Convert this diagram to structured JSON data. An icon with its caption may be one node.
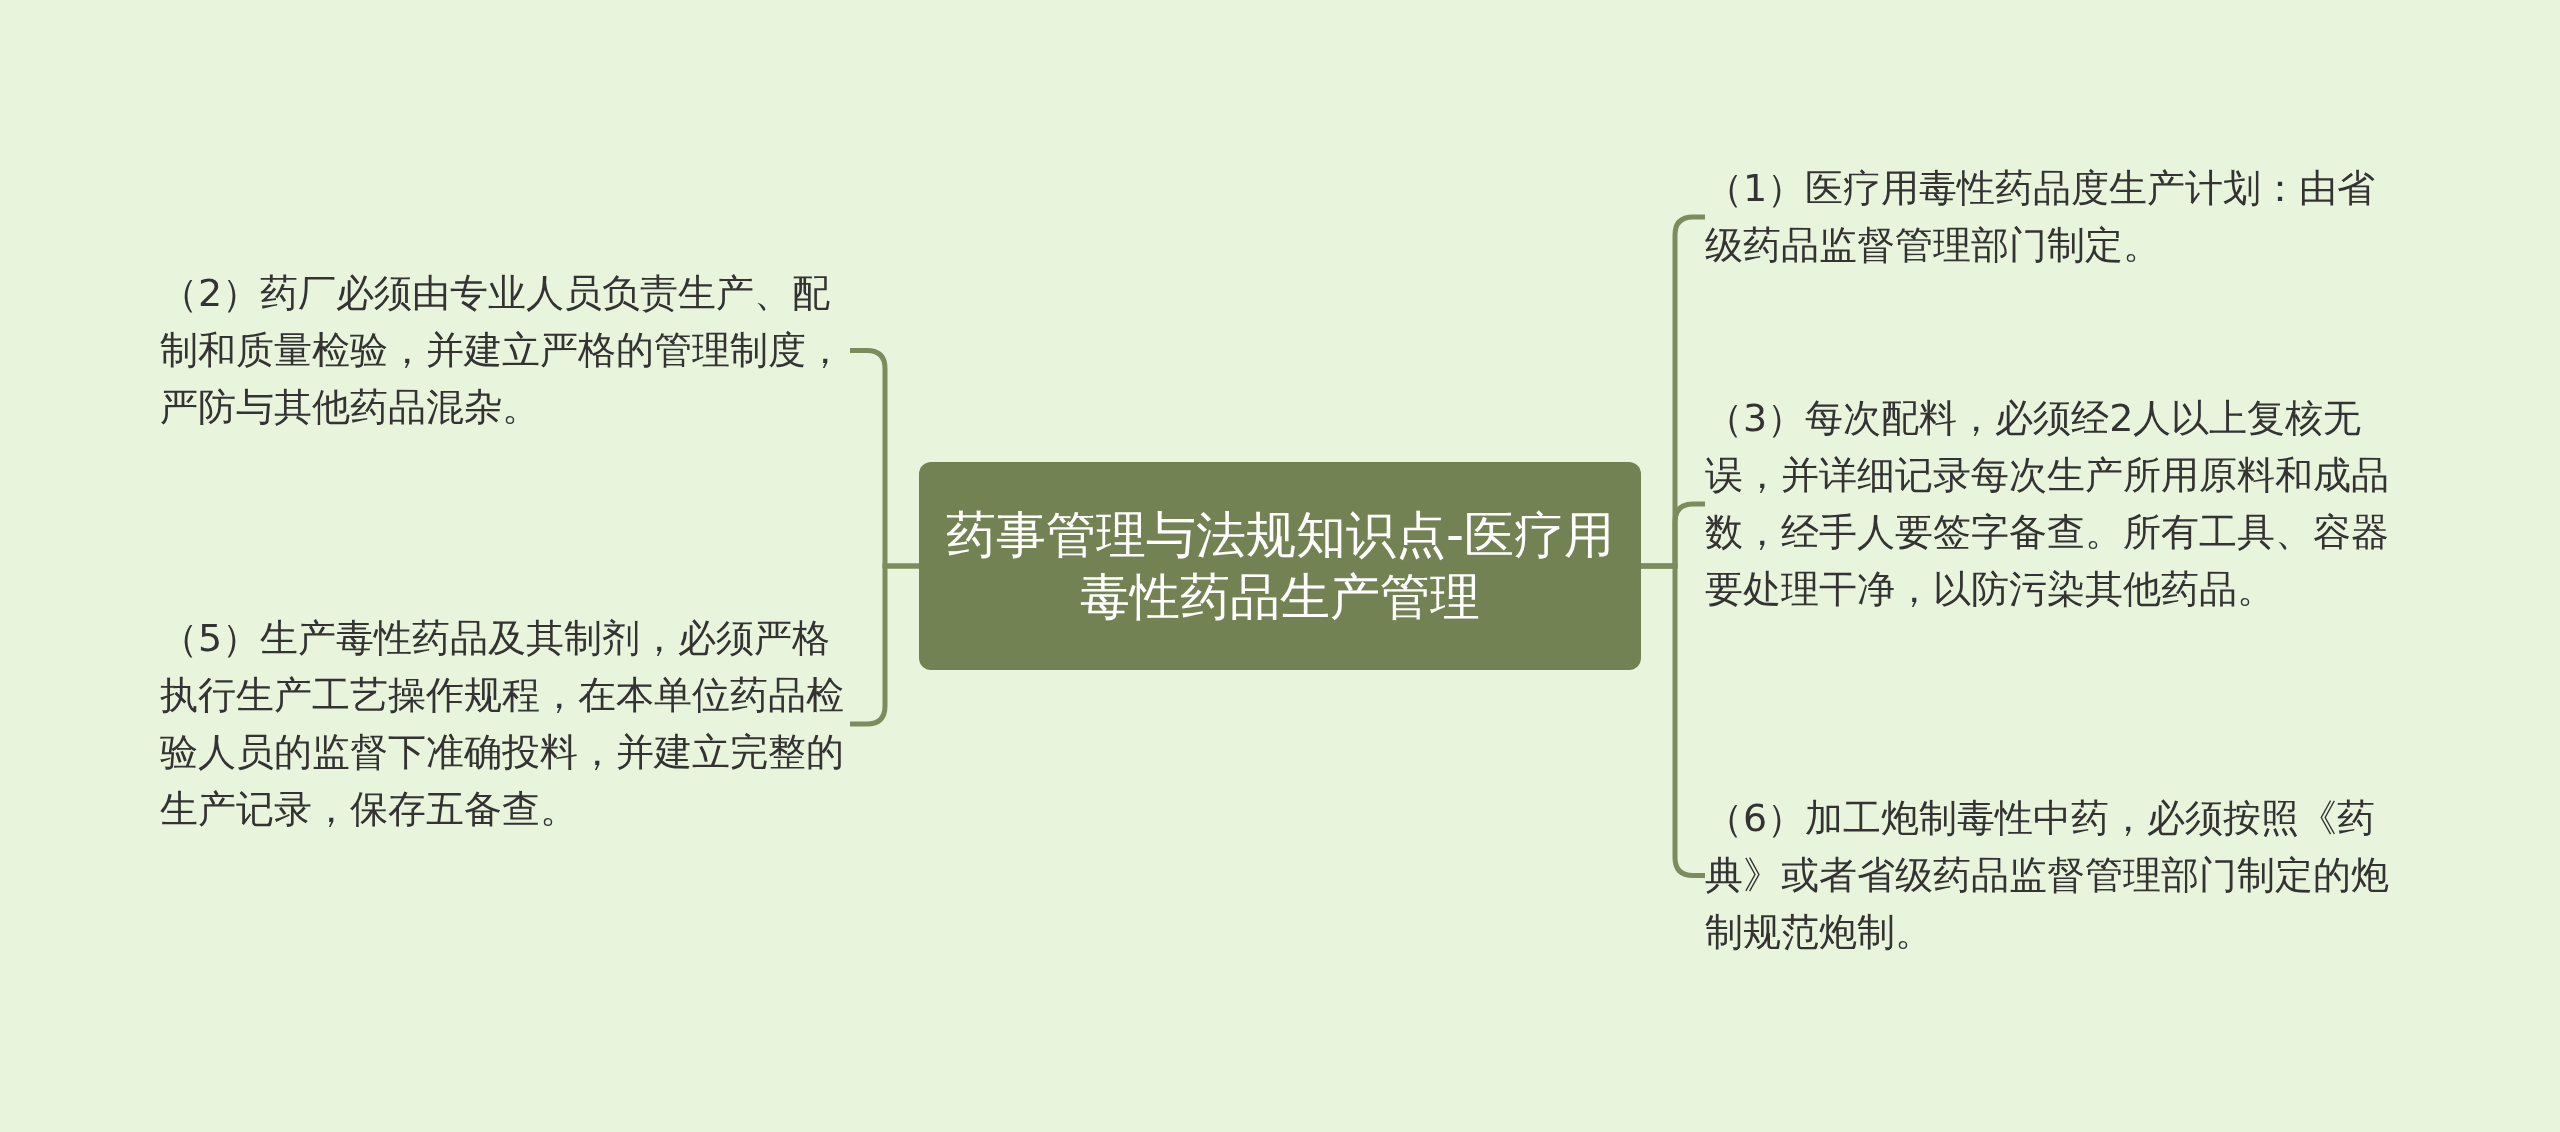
{
  "diagram": {
    "nodes": [
      {
        "text": [
          "药事管理与法规知识点-医疗用毒性药品生产管理"
        ]
      },
      {
        "text": [
          "（2）药厂必须由专业人员负责生产、配制和质量检验，并建立严格的管理制度，严防与其他药品混杂。"
        ]
      },
      {
        "text": [
          "（5）生产毒性药品及其制剂，必须严格执行生产工艺操作规程，在本单位药品检验人员的监督下准确投料，并建立完整的生产记录，保存五备查。"
        ]
      },
      {
        "text": [
          "（1）医疗用毒性药品度生产计划：由省级药品监督管理部门制定。"
        ]
      },
      {
        "text": [
          "（3）每次配料，必须经2人以上复核无误，并详细记录每次生产所用原料和成品数，经手人要签字备查。所有工具、容器要处理干净，以防污染其他药品。"
        ]
      },
      {
        "text": [
          "（6）加工炮制毒性中药，必须按照《药典》或者省级药品监督管理部门制定的炮制规范炮制。"
        ]
      }
    ],
    "edges": [
      {
        "from": 0,
        "to": 1,
        "arrow": "none"
      },
      {
        "from": 0,
        "to": 2,
        "arrow": "none"
      },
      {
        "from": 0,
        "to": 3,
        "arrow": "none"
      },
      {
        "from": 0,
        "to": 4,
        "arrow": "none"
      },
      {
        "from": 0,
        "to": 5,
        "arrow": "none"
      }
    ]
  }
}
